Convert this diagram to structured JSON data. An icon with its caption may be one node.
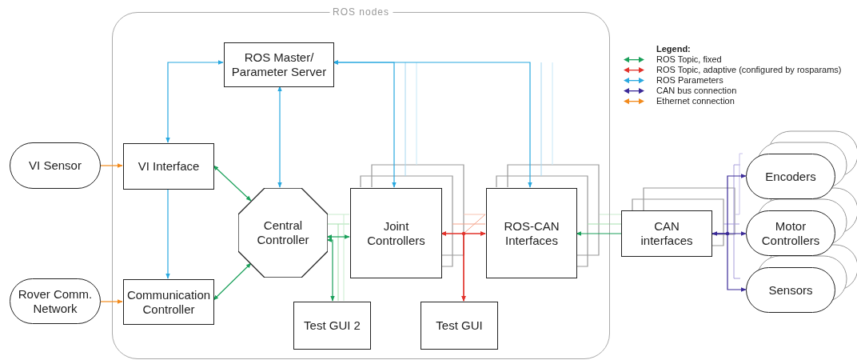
{
  "diagram": {
    "nodes": [
      {
        "text": [
          "ROS nodes"
        ]
      },
      {
        "text": [
          "VI Sensor"
        ]
      },
      {
        "text": [
          "Rover Comm. Network"
        ]
      },
      {
        "text": [
          "ROS Master/ Parameter Server"
        ],
        "in": 0
      },
      {
        "text": [
          "VI Interface"
        ],
        "in": 0
      },
      {
        "text": [
          "Communication Controller"
        ],
        "in": 0
      },
      {
        "text": [
          "Central Controller"
        ],
        "in": 0
      },
      {
        "text": [
          "Joint Controllers"
        ],
        "in": 0
      },
      {
        "text": [
          "ROS-CAN Interfaces"
        ],
        "in": 0
      },
      {
        "text": [
          "Test GUI 2"
        ],
        "in": 0
      },
      {
        "text": [
          "Test GUI"
        ],
        "in": 0
      },
      {
        "text": [
          "CAN interfaces"
        ]
      },
      {
        "text": [
          "Encoders"
        ]
      },
      {
        "text": [
          "Motor Controllers"
        ]
      },
      {
        "text": [
          "Sensors"
        ]
      }
    ],
    "edges": [
      {
        "from": 1,
        "to": 4,
        "arrow": "to",
        "color": "#f28a1c"
      },
      {
        "from": 2,
        "to": 5,
        "arrow": "to",
        "color": "#f28a1c"
      },
      {
        "from": 3,
        "to": 4,
        "arrow": "both",
        "color": "#29a8df"
      },
      {
        "from": 4,
        "to": 5,
        "arrow": "to",
        "color": "#29a8df"
      },
      {
        "from": 3,
        "to": 6,
        "arrow": "both",
        "color": "#29a8df"
      },
      {
        "from": 3,
        "to": 7,
        "arrow": "both",
        "color": "#29a8df"
      },
      {
        "from": 3,
        "to": 8,
        "arrow": "both",
        "color": "#29a8df"
      },
      {
        "from": 4,
        "to": 6,
        "arrow": "both",
        "color": "#1aa05a"
      },
      {
        "from": 5,
        "to": 6,
        "arrow": "both",
        "color": "#1aa05a"
      },
      {
        "from": 6,
        "to": 7,
        "arrow": "both",
        "color": "#1aa05a"
      },
      {
        "from": 6,
        "to": 9,
        "arrow": "both",
        "color": "#1aa05a"
      },
      {
        "from": 7,
        "to": 8,
        "arrow": "both",
        "color": "#e2322b"
      },
      {
        "from": 10,
        "to": 7,
        "arrow": "both",
        "color": "#e2322b"
      },
      {
        "from": 10,
        "to": 8,
        "arrow": "both",
        "color": "#e2322b"
      },
      {
        "from": 11,
        "to": 8,
        "arrow": "to",
        "color": "#1aa05a"
      },
      {
        "from": 11,
        "to": 13,
        "arrow": "both",
        "color": "#3b2a98"
      },
      {
        "from": 11,
        "to": 12,
        "arrow": "to",
        "color": "#3b2a98"
      },
      {
        "from": 11,
        "to": 14,
        "arrow": "to",
        "color": "#3b2a98"
      }
    ],
    "labels": [
      "Legend:"
    ],
    "legend": [
      {
        "text": "ROS Topic, fixed",
        "color": "#1aa05a"
      },
      {
        "text": "ROS Topic, adaptive (configured by rosparams)",
        "color": "#e2322b"
      },
      {
        "text": "ROS Parameters",
        "color": "#29a8df"
      },
      {
        "text": "CAN bus connection",
        "color": "#3b2a98"
      },
      {
        "text": "Ethernet connection",
        "color": "#f28a1c"
      }
    ]
  }
}
